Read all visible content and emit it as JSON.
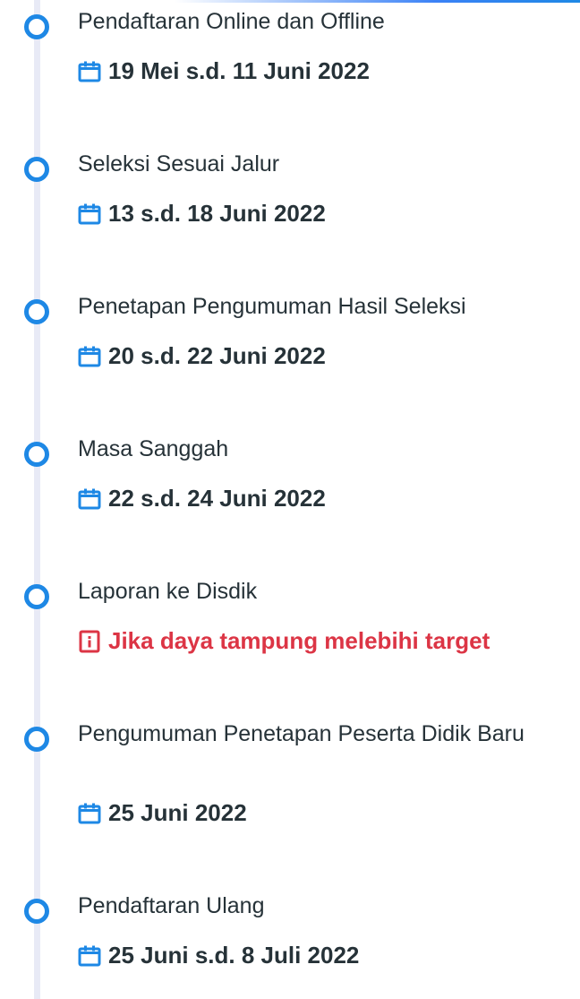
{
  "colors": {
    "accent": "#1e88e5",
    "timeline_line": "#e8eaf6",
    "text": "#263238",
    "warning": "#dc3545"
  },
  "timeline": {
    "events": [
      {
        "title": "Pendaftaran Online dan Offline",
        "date": "19 Mei s.d. 11 Juni 2022",
        "icon": "calendar-icon"
      },
      {
        "title": "Seleksi Sesuai Jalur",
        "date": "13 s.d. 18 Juni 2022",
        "icon": "calendar-icon"
      },
      {
        "title": "Penetapan Pengumuman Hasil Seleksi",
        "date": "20 s.d. 22 Juni 2022",
        "icon": "calendar-icon"
      },
      {
        "title": "Masa Sanggah",
        "date": "22 s.d. 24 Juni 2022",
        "icon": "calendar-icon"
      },
      {
        "title": "Laporan ke Disdik",
        "date": "Jika daya tampung melebihi target",
        "icon": "info-icon"
      },
      {
        "title": "Pengumuman Penetapan Peserta Didik Baru",
        "date": "25 Juni 2022",
        "icon": "calendar-icon"
      },
      {
        "title": "Pendaftaran Ulang",
        "date": "25 Juni s.d. 8 Juli 2022",
        "icon": "calendar-icon"
      }
    ]
  }
}
